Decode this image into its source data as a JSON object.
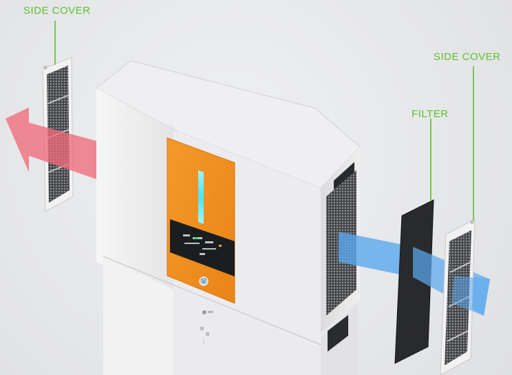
{
  "labels": {
    "side_cover_left": "SIDE COVER",
    "filter": "FILTER",
    "side_cover_right": "SIDE COVER"
  },
  "colors": {
    "accent_green": "#5fbf2f",
    "panel_orange": "#f18f1f",
    "indicator_cyan": "#5ce8f0",
    "intake_red": "#f06b7a",
    "exhaust_blue": "#5aa8ee"
  },
  "icons": {
    "power": "power-button-icon",
    "brand": "brand-logo-icon"
  }
}
